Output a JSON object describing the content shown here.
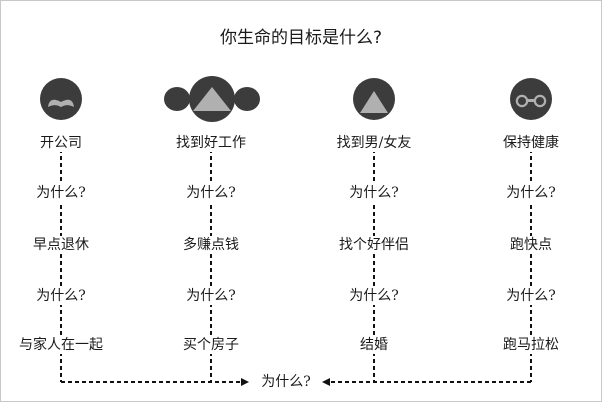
{
  "title": "你生命的目标是什么?",
  "colors": {
    "face": "#3c3c3c",
    "accent": "#b0b0b0",
    "line": "#111111"
  },
  "columns": [
    {
      "icon": "bald-mustache-face-icon",
      "goal": "开公司",
      "why1": "为什么?",
      "means": "早点退休",
      "why2": "为什么?",
      "result": "与家人在一起"
    },
    {
      "icon": "pigtails-girl-face-icon",
      "goal": "找到好工作",
      "why1": "为什么?",
      "means": "多赚点钱",
      "why2": "为什么?",
      "result": "买个房子"
    },
    {
      "icon": "long-hair-face-icon",
      "goal": "找到男/女友",
      "why1": "为什么?",
      "means": "找个好伴侣",
      "why2": "为什么?",
      "result": "结婚"
    },
    {
      "icon": "glasses-face-icon",
      "goal": "保持健康",
      "why1": "为什么?",
      "means": "跑快点",
      "why2": "为什么?",
      "result": "跑马拉松"
    }
  ],
  "bottom_question": "为什么?"
}
